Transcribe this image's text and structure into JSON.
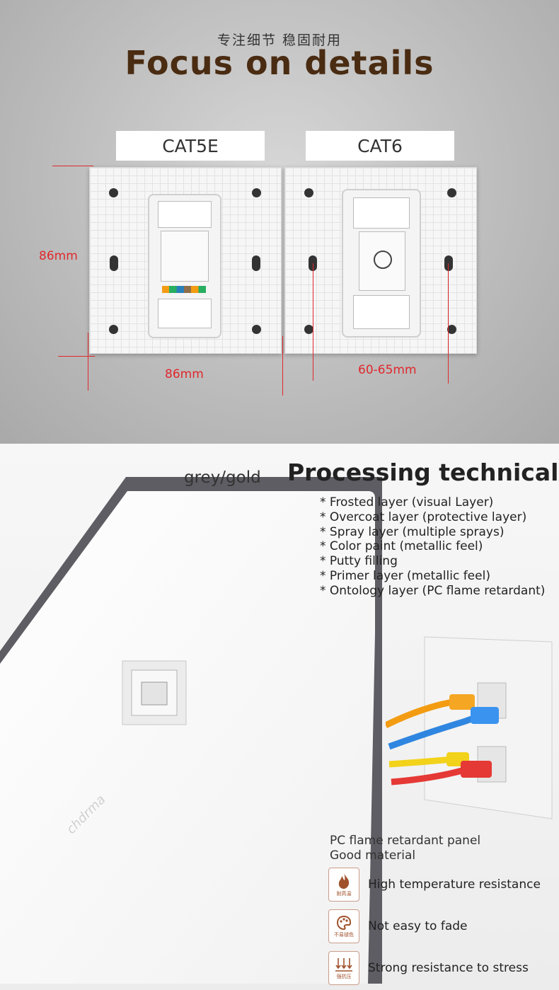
{
  "header": {
    "subtitle_cn": "专注细节  稳固耐用",
    "title": "Focus on details"
  },
  "labels": {
    "cat5e": "CAT5E",
    "cat6": "CAT6"
  },
  "dimensions": {
    "height": "86mm",
    "width_cat5e": "86mm",
    "width_cat6": "60-65mm"
  },
  "colors": {
    "heading": "#4a2c12",
    "dimension": "#e0282d"
  },
  "processing": {
    "finish": "grey/gold",
    "title": "Processing technical",
    "items": [
      "* Frosted layer (visual Layer)",
      "* Overcoat layer (protective layer)",
      "* Spray layer (multiple sprays)",
      "* Color paint (metallic feel)",
      "* Putty filling",
      "* Primer layer (metallic feel)",
      "* Ontology layer (PC flame retardant)"
    ]
  },
  "material": {
    "line1": "PC flame retardant panel",
    "line2": "Good material"
  },
  "brand": "chdrma",
  "features": [
    {
      "icon": "flame-icon",
      "caption": "耐高温",
      "label": "High temperature resistance"
    },
    {
      "icon": "palette-icon",
      "caption": "不易褪色",
      "label": "Not easy to fade"
    },
    {
      "icon": "pressure-arrows-icon",
      "caption": "强抗压",
      "label": "Strong resistance to stress"
    }
  ]
}
